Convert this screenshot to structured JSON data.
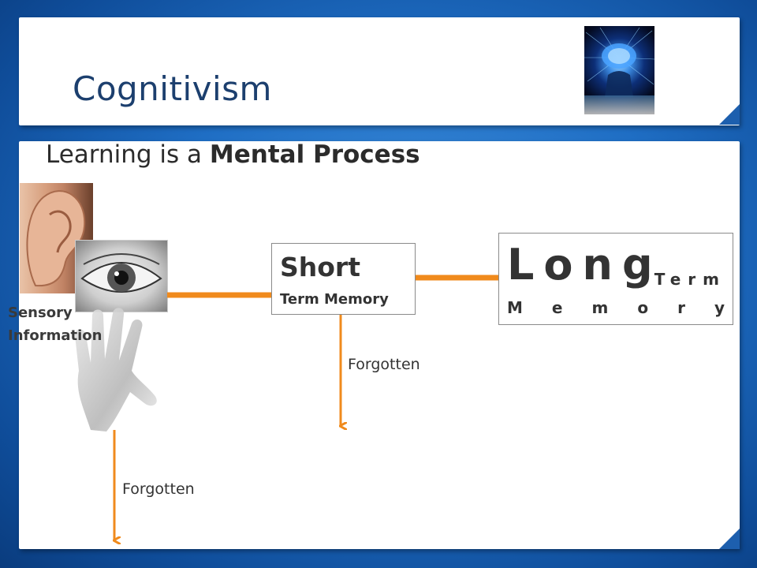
{
  "slide": {
    "title": "Cognitivism",
    "subtitle_prefix": "Learning is a ",
    "subtitle_bold": "Mental Process"
  },
  "sensory": {
    "line1": "Sensory",
    "line2": "Information"
  },
  "short_term": {
    "title": "Short",
    "subtitle": "Term Memory"
  },
  "long_term": {
    "title": "Long",
    "term": "Term",
    "memory": [
      "M",
      "e",
      "m",
      "o",
      "r",
      "y"
    ]
  },
  "forgotten_sensory": "Forgotten",
  "forgotten_short": "Forgotten",
  "colors": {
    "background": "#1f6ec4",
    "title": "#1c3f6e",
    "connector": "#f08a1c"
  },
  "icons": [
    "brain-image",
    "ear-image",
    "eye-image",
    "hand-image"
  ]
}
